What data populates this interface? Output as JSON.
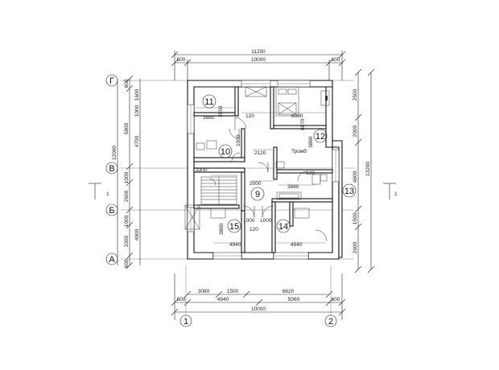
{
  "dims_top": {
    "overall": "11200",
    "inner": "10000",
    "left_end": "600",
    "right_end": "600"
  },
  "dims_bottom": {
    "row1": [
      "3080",
      "1500",
      "6620"
    ],
    "row2": [
      "600",
      "4940",
      "5060",
      "600"
    ],
    "overall": "10000"
  },
  "dims_left": {
    "outer": [
      "600",
      "5800",
      "1000",
      "2600",
      "1000",
      "3300",
      "600"
    ],
    "inner": [
      "1600",
      "1000",
      "4700",
      "4900"
    ],
    "overall": "12000"
  },
  "dims_right": {
    "outer": [
      "2500",
      "2000",
      "4600",
      "1500",
      "2600"
    ],
    "overall": "13200"
  },
  "axes": {
    "rows": [
      "Г",
      "В",
      "Б",
      "А"
    ],
    "columns": [
      "1",
      "2"
    ]
  },
  "section_mark": {
    "left": "1",
    "right": "1"
  },
  "rooms": [
    "11",
    "12",
    "10",
    "9",
    "13",
    "15",
    "14"
  ],
  "interior_dims": [
    "3880",
    "6000",
    "3550",
    "120",
    "6070",
    "3880",
    "2120",
    "3300",
    "2000",
    "3880",
    "1000",
    "1000",
    "3880",
    "4940",
    "4940",
    "120",
    "120",
    "1000"
  ],
  "labels": {
    "tambour": "Тромб"
  }
}
